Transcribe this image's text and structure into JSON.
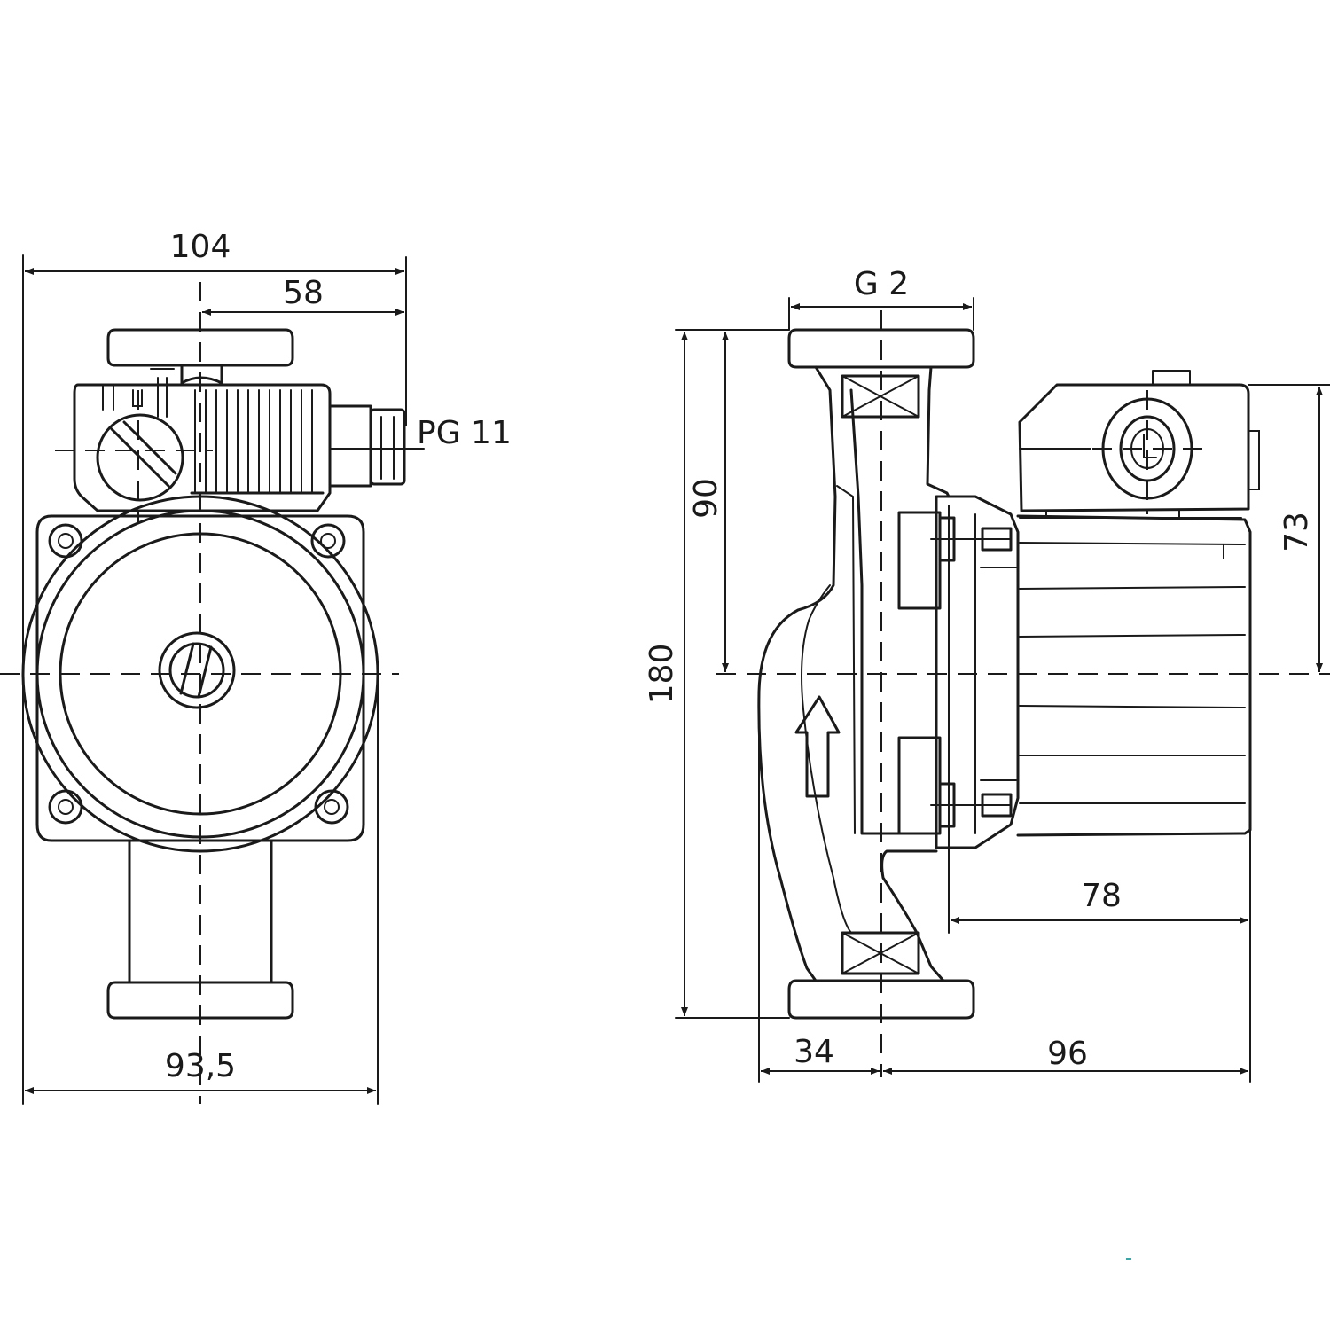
{
  "front_view": {
    "dim_overall_width": "104",
    "dim_offset": "58",
    "dim_cable_gland": "PG 11",
    "dim_body_width": "93,5"
  },
  "side_view": {
    "dim_thread": "G 2",
    "dim_half_height": "90",
    "dim_overall_height": "180",
    "dim_motor_height": "73",
    "dim_motor_length": "78",
    "dim_left_offset": "34",
    "dim_right_offset": "96"
  },
  "colors": {
    "line": "#1a1a1a",
    "background": "#ffffff"
  }
}
